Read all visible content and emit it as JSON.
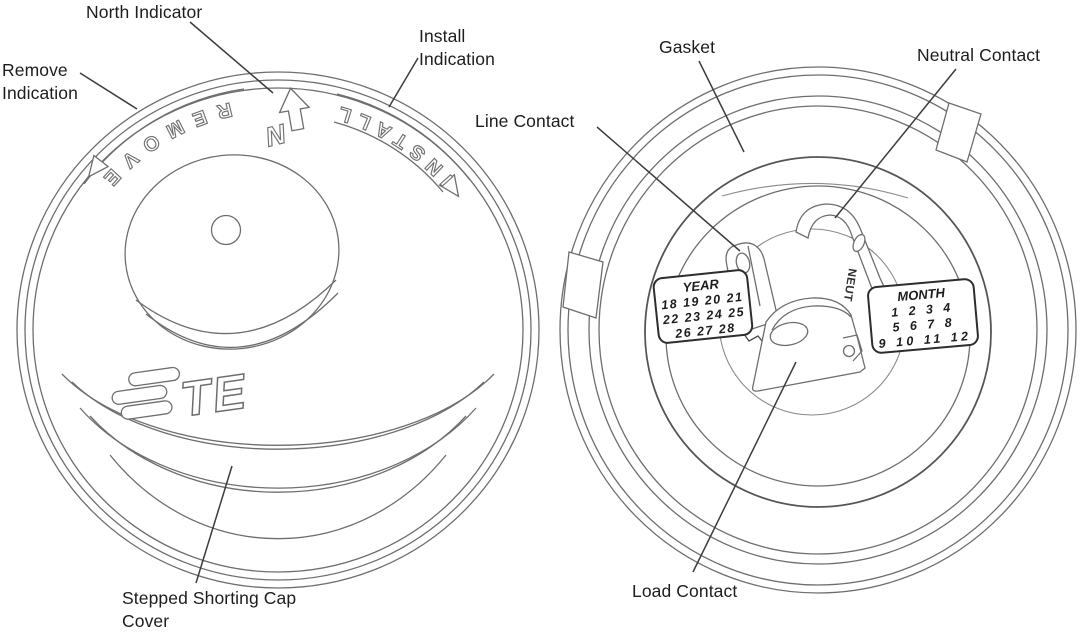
{
  "colors": {
    "background": "#ffffff",
    "drawing_line": "#6e6e6e",
    "leader_line": "#3d3d3d",
    "label_text": "#1d1d1d"
  },
  "left_view": {
    "labels": {
      "remove": "Remove Indication",
      "north": "North Indicator",
      "install": "Install Indication",
      "cover": "Stepped Shorting Cap Cover"
    },
    "markings": {
      "remove_arc": "REMOVE",
      "north_letter": "N",
      "install_arc": "INSTALL",
      "logo": "TE"
    }
  },
  "right_view": {
    "labels": {
      "gasket": "Gasket",
      "neutral": "Neutral Contact",
      "line": "Line Contact",
      "load": "Load Contact"
    },
    "markings": {
      "neut": "NEUT"
    },
    "year_table": {
      "title": "YEAR",
      "rows": [
        "18 19 20 21",
        "22 23 24 25",
        "26 27 28"
      ]
    },
    "month_table": {
      "title": "MONTH",
      "rows": [
        "1 2 3 4",
        "5 6 7 8",
        "9 10 11 12"
      ]
    }
  }
}
